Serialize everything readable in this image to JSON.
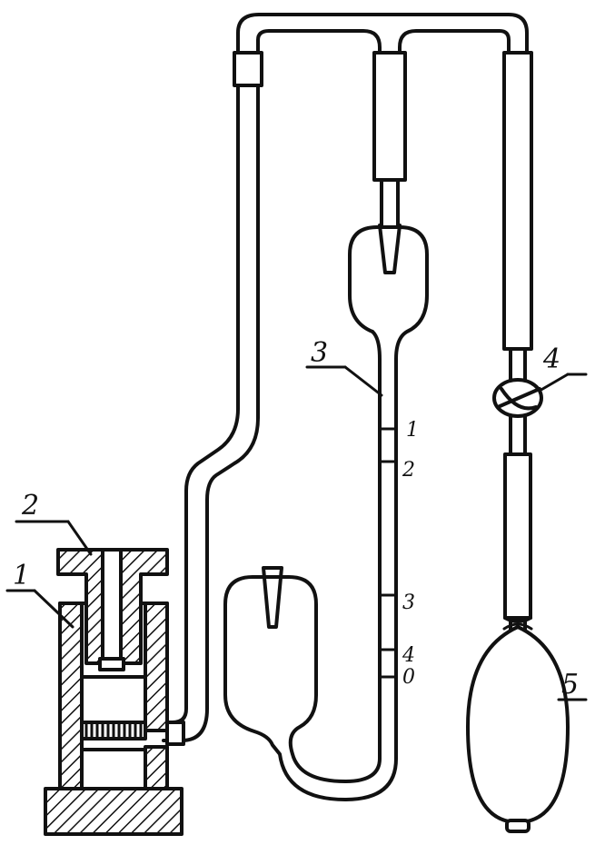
{
  "labels": {
    "part1": "1",
    "part2": "2",
    "part3": "3",
    "part4": "4",
    "part5": "5"
  },
  "scale_marks": [
    "1",
    "2",
    "3",
    "4",
    "0"
  ]
}
